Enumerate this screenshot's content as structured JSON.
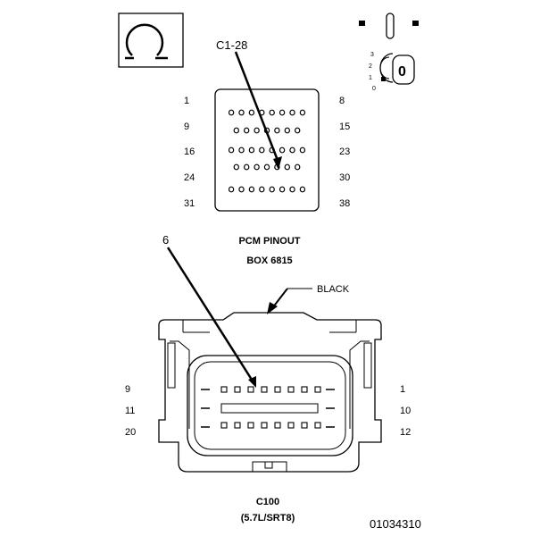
{
  "symbols": {
    "meter_icon": "ohm-meter-icon",
    "ignition_icon": "ignition-switch-icon",
    "key_positions": [
      "3",
      "2",
      "1",
      "0"
    ],
    "key_label": "0"
  },
  "top_connector": {
    "callout": "C1-28",
    "left_row_labels": [
      "1",
      "9",
      "16",
      "24",
      "31"
    ],
    "right_row_labels": [
      "8",
      "15",
      "23",
      "30",
      "38"
    ],
    "rows": [
      8,
      7,
      8,
      7,
      8
    ],
    "title_line1": "PCM PINOUT",
    "title_line2": "BOX 6815"
  },
  "bottom_connector": {
    "callout": "6",
    "color_label": "BLACK",
    "left_row_labels": [
      "9",
      "11",
      "20"
    ],
    "right_row_labels": [
      "1",
      "10",
      "12"
    ],
    "name": "C100",
    "variant": "(5.7L/SRT8)"
  },
  "figure_id": "01034310"
}
